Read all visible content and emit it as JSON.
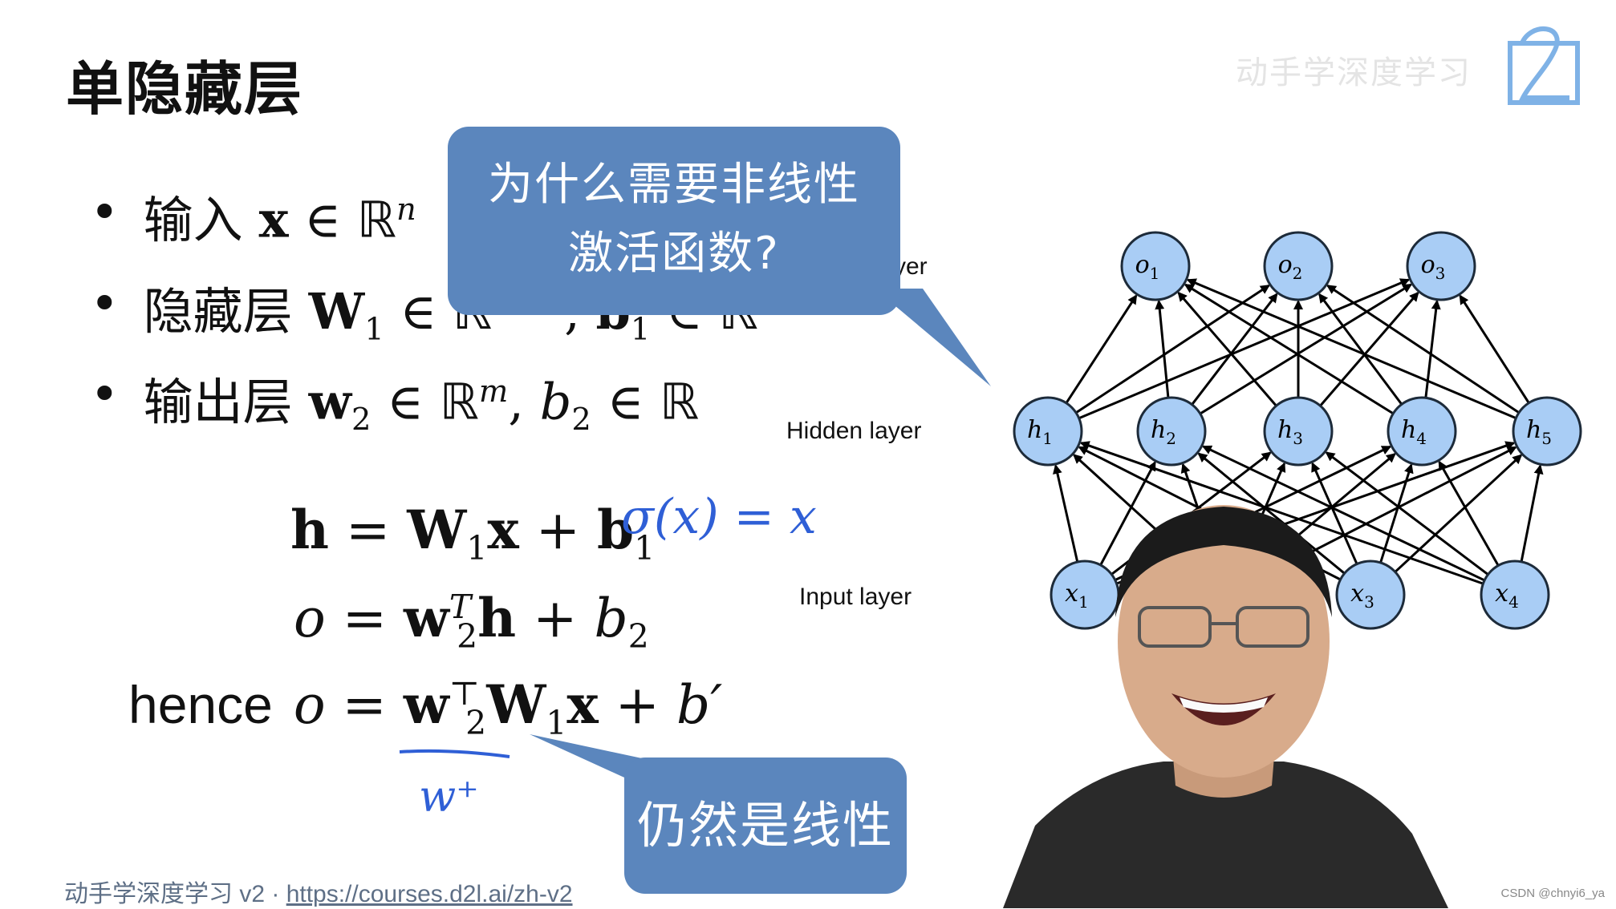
{
  "slide": {
    "title": "单隐藏层",
    "bullets": [
      {
        "label": "输入"
      },
      {
        "label": "隐藏层"
      },
      {
        "label": "输出层"
      }
    ]
  },
  "equations": {
    "hence_label": "hence"
  },
  "diagram": {
    "hidden_label": "Hidden layer",
    "input_label": "Input layer",
    "output_label_fragment": "yer"
  },
  "callouts": {
    "nonlinear_question_line1": "为什么需要非线性",
    "nonlinear_question_line2": "激活函数?",
    "still_linear": "仍然是线性"
  },
  "footer": {
    "prefix": "动手学深度学习 v2 · ",
    "link": "https://courses.d2l.ai/zh-v2"
  },
  "watermark": {
    "channel_text": "动手学深度学习",
    "credit": "CSDN @chnyi6_ya"
  },
  "handwriting": {
    "sigma": "σ(x) = x",
    "w_prime": "w⁺"
  },
  "colors": {
    "callout_bg": "#5b86bd",
    "node_fill": "#a9cdf5",
    "node_stroke": "#1d2b3a",
    "ink": "#2f5fd6"
  }
}
